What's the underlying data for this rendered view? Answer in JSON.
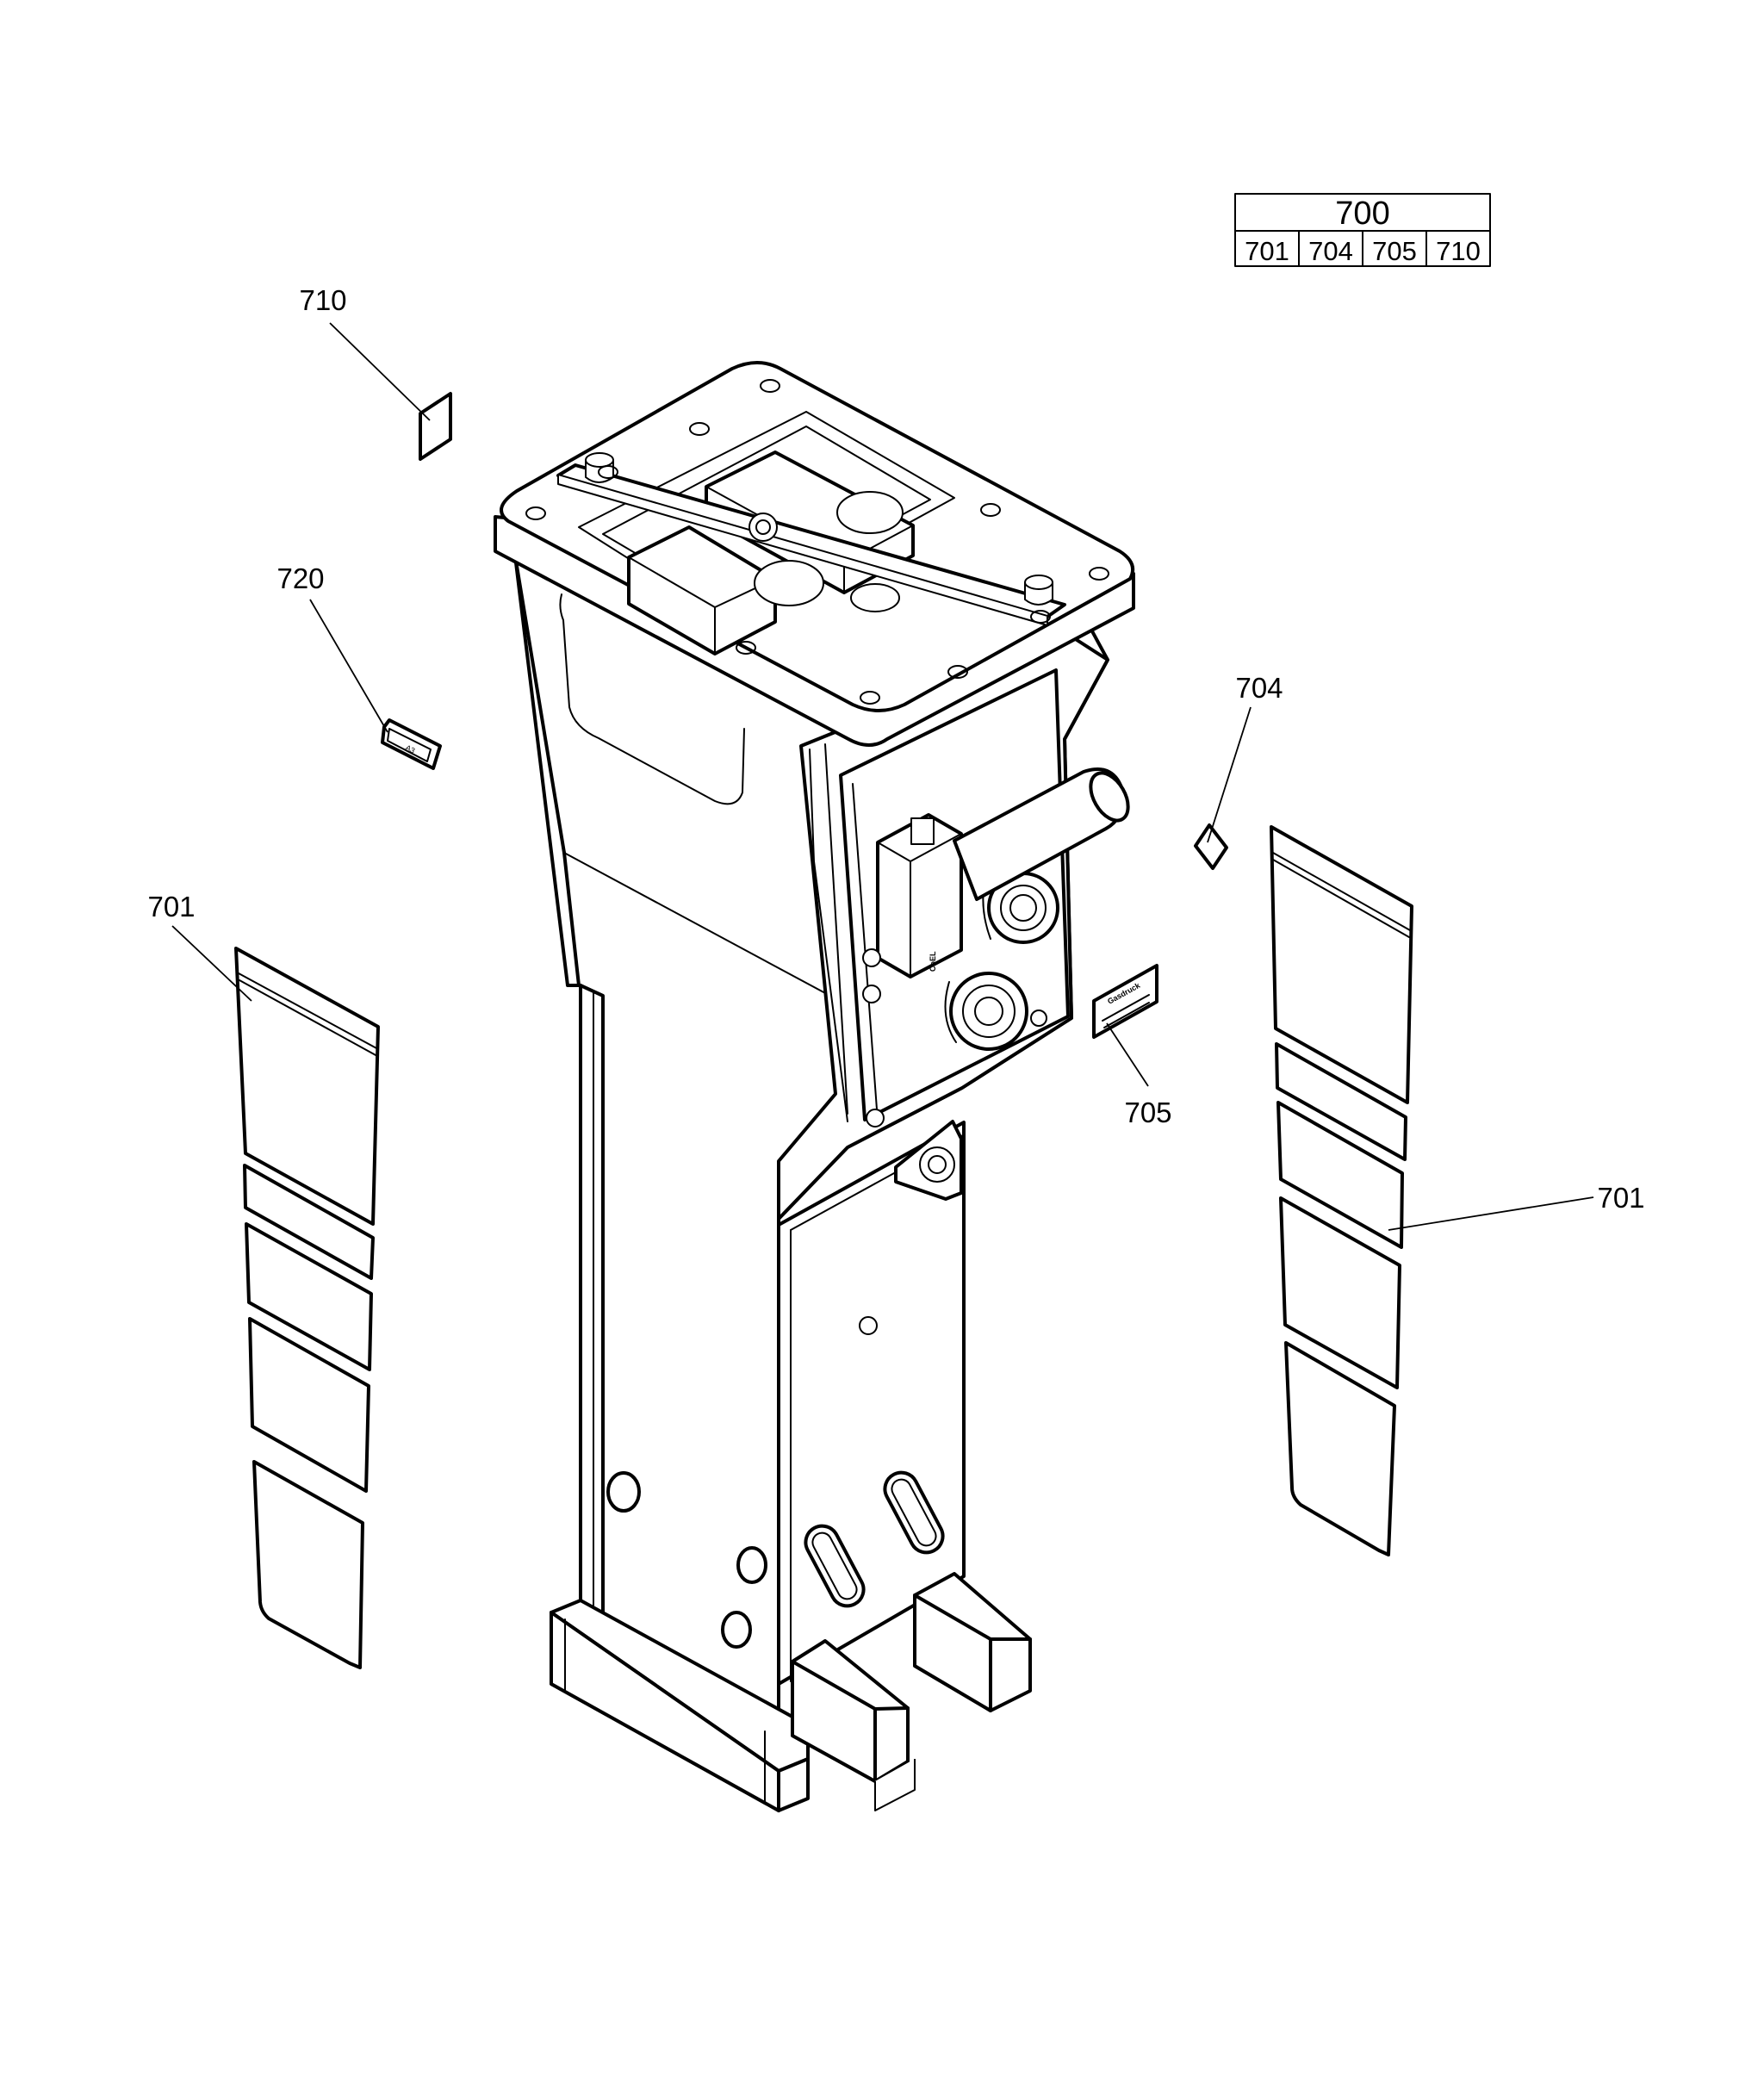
{
  "parts_table": {
    "group": "700",
    "items": [
      "701",
      "704",
      "705",
      "710"
    ]
  },
  "callouts": {
    "c710": "710",
    "c720": "720",
    "c704": "704",
    "c701_left": "701",
    "c701_right": "701",
    "c705": "705"
  },
  "decal_text": {
    "gasdruck": "Gasdruck",
    "coldeck": "CoEL"
  }
}
